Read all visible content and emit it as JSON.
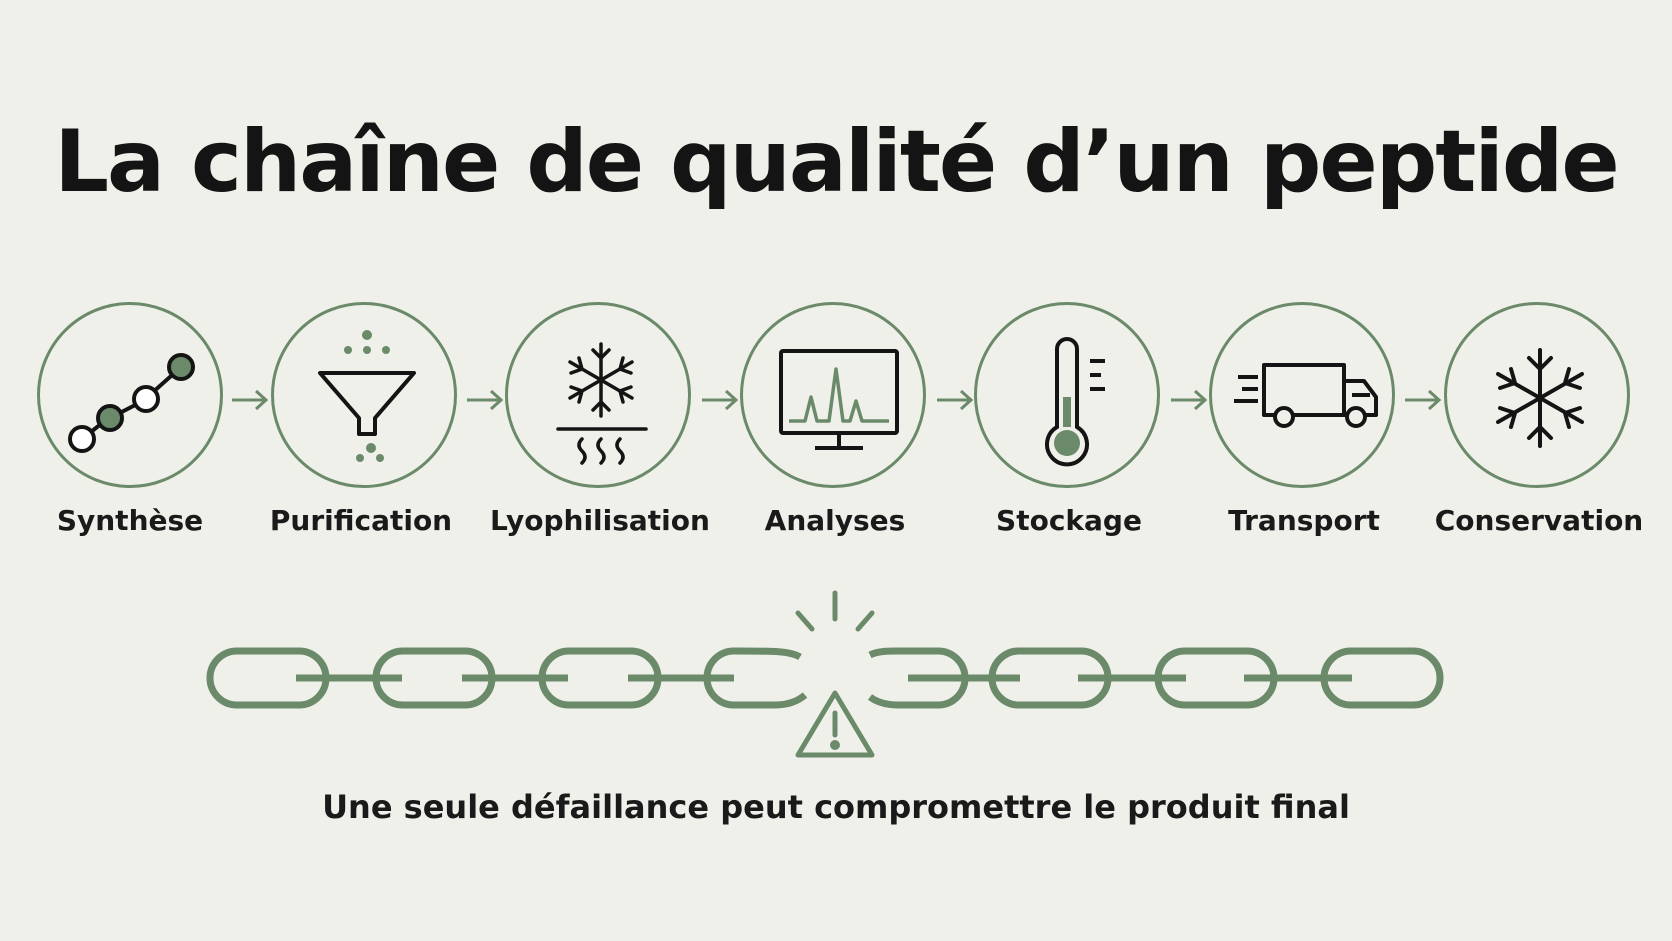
{
  "title": "La chaîne de qualité d’un peptide",
  "steps": [
    {
      "label": "Synthèse",
      "icon": "molecule-chain-icon"
    },
    {
      "label": "Purification",
      "icon": "funnel-icon"
    },
    {
      "label": "Lyophilisation",
      "icon": "freeze-dry-icon"
    },
    {
      "label": "Analyses",
      "icon": "chromatogram-monitor-icon"
    },
    {
      "label": "Stockage",
      "icon": "thermometer-icon"
    },
    {
      "label": "Transport",
      "icon": "truck-icon"
    },
    {
      "label": "Conservation",
      "icon": "snowflake-icon"
    }
  ],
  "footer": "Une seule défaillance peut compromettre le produit final",
  "colors": {
    "accent": "#6a8a69",
    "ink": "#141414",
    "background": "#f0f0ea"
  }
}
